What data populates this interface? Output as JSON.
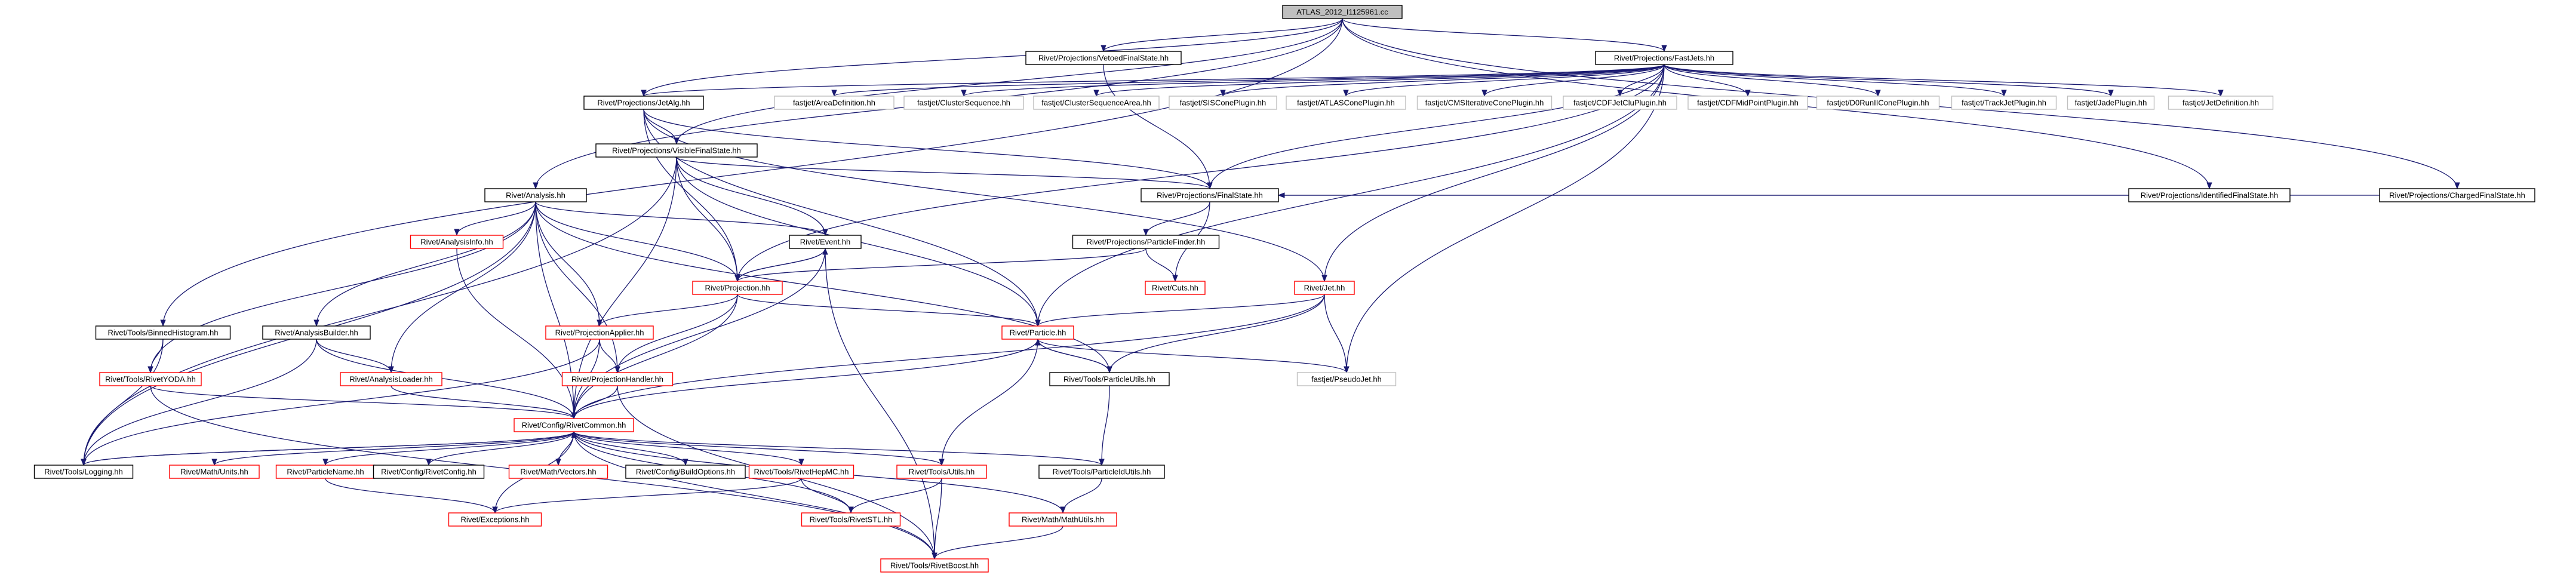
{
  "graph": {
    "root": "ATLAS_2012_I1125961.cc",
    "nodes": [
      {
        "id": "root",
        "label": "ATLAS_2012_I1125961.cc",
        "style": "root"
      },
      {
        "id": "vfs",
        "label": "Rivet/Projections/VetoedFinalState.hh",
        "style": "normal"
      },
      {
        "id": "fj",
        "label": "Rivet/Projections/FastJets.hh",
        "style": "normal"
      },
      {
        "id": "jetalg",
        "label": "Rivet/Projections/JetAlg.hh",
        "style": "normal"
      },
      {
        "id": "area",
        "label": "fastjet/AreaDefinition.hh",
        "style": "grey"
      },
      {
        "id": "cseq",
        "label": "fastjet/ClusterSequence.hh",
        "style": "grey"
      },
      {
        "id": "cseqa",
        "label": "fastjet/ClusterSequenceArea.hh",
        "style": "grey"
      },
      {
        "id": "sis",
        "label": "fastjet/SISConePlugin.hh",
        "style": "grey"
      },
      {
        "id": "atlascone",
        "label": "fastjet/ATLASConePlugin.hh",
        "style": "grey"
      },
      {
        "id": "cmsit",
        "label": "fastjet/CMSIterativeConePlugin.hh",
        "style": "grey"
      },
      {
        "id": "cdfjc",
        "label": "fastjet/CDFJetCluPlugin.hh",
        "style": "grey"
      },
      {
        "id": "cdfmp",
        "label": "fastjet/CDFMidPointPlugin.hh",
        "style": "grey"
      },
      {
        "id": "d0",
        "label": "fastjet/D0RunIIConePlugin.hh",
        "style": "grey"
      },
      {
        "id": "track",
        "label": "fastjet/TrackJetPlugin.hh",
        "style": "grey"
      },
      {
        "id": "jade",
        "label": "fastjet/JadePlugin.hh",
        "style": "grey"
      },
      {
        "id": "jetdef",
        "label": "fastjet/JetDefinition.hh",
        "style": "grey"
      },
      {
        "id": "visfs",
        "label": "Rivet/Projections/VisibleFinalState.hh",
        "style": "normal"
      },
      {
        "id": "idfs",
        "label": "Rivet/Projections/IdentifiedFinalState.hh",
        "style": "normal"
      },
      {
        "id": "chfs",
        "label": "Rivet/Projections/ChargedFinalState.hh",
        "style": "normal"
      },
      {
        "id": "analysis",
        "label": "Rivet/Analysis.hh",
        "style": "normal"
      },
      {
        "id": "fs",
        "label": "Rivet/Projections/FinalState.hh",
        "style": "normal"
      },
      {
        "id": "event",
        "label": "Rivet/Event.hh",
        "style": "normal"
      },
      {
        "id": "ainfo",
        "label": "Rivet/AnalysisInfo.hh",
        "style": "red"
      },
      {
        "id": "pfinder",
        "label": "Rivet/Projections/ParticleFinder.hh",
        "style": "normal"
      },
      {
        "id": "proj",
        "label": "Rivet/Projection.hh",
        "style": "red"
      },
      {
        "id": "cuts",
        "label": "Rivet/Cuts.hh",
        "style": "red"
      },
      {
        "id": "jet",
        "label": "Rivet/Jet.hh",
        "style": "red"
      },
      {
        "id": "binned",
        "label": "Rivet/Tools/BinnedHistogram.hh",
        "style": "normal"
      },
      {
        "id": "abuilder",
        "label": "Rivet/AnalysisBuilder.hh",
        "style": "normal"
      },
      {
        "id": "papplier",
        "label": "Rivet/ProjectionApplier.hh",
        "style": "red"
      },
      {
        "id": "particle",
        "label": "Rivet/Particle.hh",
        "style": "red"
      },
      {
        "id": "ryoda",
        "label": "Rivet/Tools/RivetYODA.hh",
        "style": "red"
      },
      {
        "id": "aloader",
        "label": "Rivet/AnalysisLoader.hh",
        "style": "red"
      },
      {
        "id": "phandler",
        "label": "Rivet/ProjectionHandler.hh",
        "style": "red"
      },
      {
        "id": "putils",
        "label": "Rivet/Tools/ParticleUtils.hh",
        "style": "normal"
      },
      {
        "id": "pseudojet",
        "label": "fastjet/PseudoJet.hh",
        "style": "grey"
      },
      {
        "id": "common",
        "label": "Rivet/Config/RivetCommon.hh",
        "style": "red"
      },
      {
        "id": "logging",
        "label": "Rivet/Tools/Logging.hh",
        "style": "normal"
      },
      {
        "id": "munits",
        "label": "Rivet/Math/Units.hh",
        "style": "red"
      },
      {
        "id": "pname",
        "label": "Rivet/ParticleName.hh",
        "style": "red"
      },
      {
        "id": "config",
        "label": "Rivet/Config/RivetConfig.hh",
        "style": "normal"
      },
      {
        "id": "mvectors",
        "label": "Rivet/Math/Vectors.hh",
        "style": "red"
      },
      {
        "id": "bopts",
        "label": "Rivet/Config/BuildOptions.hh",
        "style": "normal"
      },
      {
        "id": "hepmc",
        "label": "Rivet/Tools/RivetHepMC.hh",
        "style": "red"
      },
      {
        "id": "utils",
        "label": "Rivet/Tools/Utils.hh",
        "style": "red"
      },
      {
        "id": "pidutils",
        "label": "Rivet/Tools/ParticleIdUtils.hh",
        "style": "normal"
      },
      {
        "id": "exceptions",
        "label": "Rivet/Exceptions.hh",
        "style": "red"
      },
      {
        "id": "stl",
        "label": "Rivet/Tools/RivetSTL.hh",
        "style": "red"
      },
      {
        "id": "mathutils",
        "label": "Rivet/Math/MathUtils.hh",
        "style": "red"
      },
      {
        "id": "boost",
        "label": "Rivet/Tools/RivetBoost.hh",
        "style": "red"
      }
    ],
    "edges": [
      [
        "root",
        "vfs"
      ],
      [
        "root",
        "fj"
      ],
      [
        "root",
        "jetalg"
      ],
      [
        "root",
        "visfs"
      ],
      [
        "root",
        "analysis"
      ],
      [
        "root",
        "binned"
      ],
      [
        "root",
        "chfs"
      ],
      [
        "root",
        "idfs"
      ],
      [
        "vfs",
        "fs"
      ],
      [
        "fj",
        "jetalg"
      ],
      [
        "fj",
        "area"
      ],
      [
        "fj",
        "cseq"
      ],
      [
        "fj",
        "cseqa"
      ],
      [
        "fj",
        "sis"
      ],
      [
        "fj",
        "atlascone"
      ],
      [
        "fj",
        "cmsit"
      ],
      [
        "fj",
        "cdfjc"
      ],
      [
        "fj",
        "cdfmp"
      ],
      [
        "fj",
        "d0"
      ],
      [
        "fj",
        "track"
      ],
      [
        "fj",
        "jade"
      ],
      [
        "fj",
        "jetdef"
      ],
      [
        "fj",
        "fs"
      ],
      [
        "fj",
        "proj"
      ],
      [
        "fj",
        "jet"
      ],
      [
        "fj",
        "particle"
      ],
      [
        "fj",
        "pseudojet"
      ],
      [
        "jetalg",
        "visfs"
      ],
      [
        "jetalg",
        "fs"
      ],
      [
        "jetalg",
        "proj"
      ],
      [
        "jetalg",
        "jet"
      ],
      [
        "jetalg",
        "particle"
      ],
      [
        "visfs",
        "fs"
      ],
      [
        "visfs",
        "logging"
      ],
      [
        "visfs",
        "common"
      ],
      [
        "visfs",
        "proj"
      ],
      [
        "visfs",
        "event"
      ],
      [
        "visfs",
        "particle"
      ],
      [
        "idfs",
        "fs"
      ],
      [
        "chfs",
        "fs"
      ],
      [
        "analysis",
        "ainfo"
      ],
      [
        "analysis",
        "event"
      ],
      [
        "analysis",
        "proj"
      ],
      [
        "analysis",
        "abuilder"
      ],
      [
        "analysis",
        "papplier"
      ],
      [
        "analysis",
        "phandler"
      ],
      [
        "analysis",
        "aloader"
      ],
      [
        "analysis",
        "ryoda"
      ],
      [
        "analysis",
        "logging"
      ],
      [
        "analysis",
        "common"
      ],
      [
        "analysis",
        "putils"
      ],
      [
        "fs",
        "pfinder"
      ],
      [
        "fs",
        "cuts"
      ],
      [
        "pfinder",
        "proj"
      ],
      [
        "pfinder",
        "cuts"
      ],
      [
        "event",
        "proj"
      ],
      [
        "event",
        "common"
      ],
      [
        "event",
        "boost"
      ],
      [
        "proj",
        "event"
      ],
      [
        "proj",
        "papplier"
      ],
      [
        "proj",
        "phandler"
      ],
      [
        "proj",
        "common"
      ],
      [
        "proj",
        "particle"
      ],
      [
        "ainfo",
        "common"
      ],
      [
        "jet",
        "particle"
      ],
      [
        "jet",
        "putils"
      ],
      [
        "jet",
        "pseudojet"
      ],
      [
        "jet",
        "common"
      ],
      [
        "binned",
        "ryoda"
      ],
      [
        "binned",
        "logging"
      ],
      [
        "abuilder",
        "aloader"
      ],
      [
        "abuilder",
        "common"
      ],
      [
        "abuilder",
        "logging"
      ],
      [
        "papplier",
        "phandler"
      ],
      [
        "papplier",
        "common"
      ],
      [
        "papplier",
        "logging"
      ],
      [
        "particle",
        "putils"
      ],
      [
        "particle",
        "pseudojet"
      ],
      [
        "particle",
        "common"
      ],
      [
        "particle",
        "utils"
      ],
      [
        "ryoda",
        "common"
      ],
      [
        "ryoda",
        "boost"
      ],
      [
        "aloader",
        "common"
      ],
      [
        "phandler",
        "common"
      ],
      [
        "phandler",
        "boost"
      ],
      [
        "putils",
        "particle"
      ],
      [
        "putils",
        "pidutils"
      ],
      [
        "common",
        "logging"
      ],
      [
        "common",
        "munits"
      ],
      [
        "common",
        "pname"
      ],
      [
        "common",
        "config"
      ],
      [
        "common",
        "mvectors"
      ],
      [
        "common",
        "bopts"
      ],
      [
        "common",
        "hepmc"
      ],
      [
        "common",
        "utils"
      ],
      [
        "common",
        "pidutils"
      ],
      [
        "common",
        "exceptions"
      ],
      [
        "common",
        "stl"
      ],
      [
        "common",
        "mathutils"
      ],
      [
        "common",
        "boost"
      ],
      [
        "logging",
        "common"
      ],
      [
        "pname",
        "exceptions"
      ],
      [
        "hepmc",
        "stl"
      ],
      [
        "hepmc",
        "exceptions"
      ],
      [
        "utils",
        "stl"
      ],
      [
        "utils",
        "boost"
      ],
      [
        "pidutils",
        "mathutils"
      ],
      [
        "mathutils",
        "boost"
      ]
    ]
  }
}
